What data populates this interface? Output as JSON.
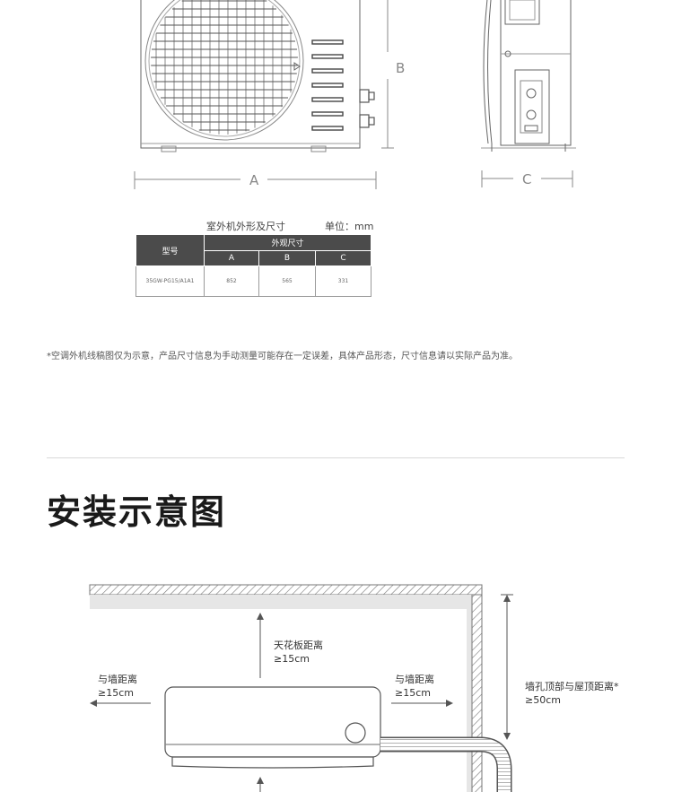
{
  "dimension_labels": {
    "width": "A",
    "height": "B",
    "depth": "C"
  },
  "spec_table": {
    "caption": "室外机外形及尺寸",
    "unit": "单位：mm",
    "model_header": "型号",
    "group_header": "外观尺寸",
    "columns": [
      "A",
      "B",
      "C"
    ],
    "rows": [
      {
        "model": "35GW-PG15/A1A1",
        "a": "852",
        "b": "565",
        "c": "331"
      }
    ]
  },
  "footnote": "*空调外机线稿图仅为示意，产品尺寸信息为手动测量可能存在一定误差，具体产品形态，尺寸信息请以实际产品为准。",
  "section_title": "安装示意图",
  "install_labels": {
    "ceiling_name": "天花板距离",
    "ceiling_value": "≥15cm",
    "left_wall_name": "与墙距离",
    "left_wall_value": "≥15cm",
    "right_wall_name": "与墙距离",
    "right_wall_value": "≥15cm",
    "hole_name": "墙孔顶部与屋顶距离*",
    "hole_value": "≥50cm"
  }
}
